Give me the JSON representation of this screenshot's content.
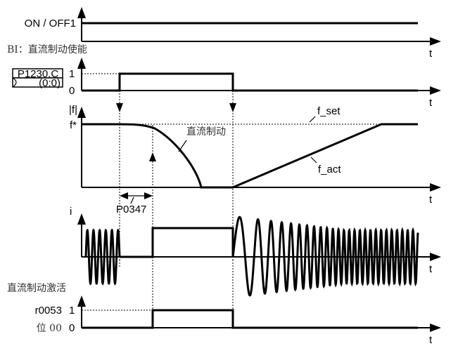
{
  "diagram": {
    "time_label": "t",
    "rows": [
      {
        "id": "on-off",
        "label": "ON / OFF1"
      },
      {
        "id": "bi-enable",
        "caption": "BI：直流制动使能",
        "param_box": {
          "line1": "P1230.C",
          "line2": "(0:0)"
        },
        "level_high": "1",
        "level_low": "0"
      },
      {
        "id": "frequency",
        "axis_label": "|f|",
        "level_label": "f*",
        "curve_label": "直流制动",
        "set_label": "f_set",
        "act_label": "f_act",
        "delay_label": "P0347"
      },
      {
        "id": "current",
        "axis_label": "i"
      },
      {
        "id": "dc-active",
        "caption": "直流制动激活",
        "param_label": "r0053",
        "bit_label": "位 00",
        "level_high": "1",
        "level_low": "0"
      }
    ]
  }
}
